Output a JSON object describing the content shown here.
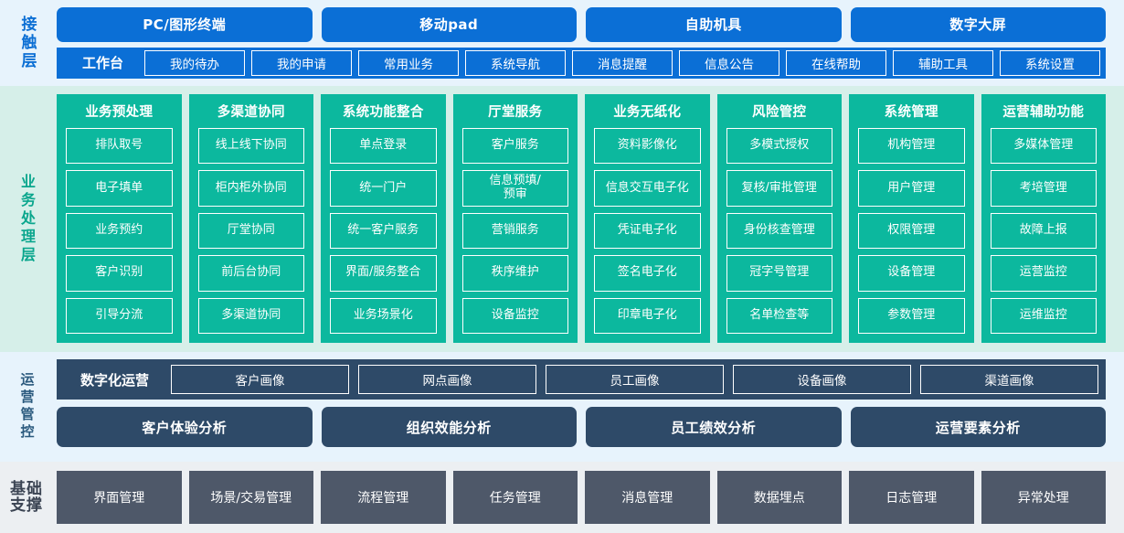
{
  "colors": {
    "blue": "#0b6fd6",
    "blue_band_bg": "#e7f3fc",
    "teal": "#0cb89e",
    "teal_band_bg": "#d6efe9",
    "slate": "#2e4a68",
    "gray": "#4e5869",
    "gray_band_bg": "#eceff2"
  },
  "layers": {
    "contact": {
      "label": "接触层",
      "channels": [
        {
          "label": "PC/图形终端"
        },
        {
          "label": "移动pad"
        },
        {
          "label": "自助机具"
        },
        {
          "label": "数字大屏"
        }
      ],
      "workbench_title": "工作台",
      "workbench_items": [
        {
          "label": "我的待办"
        },
        {
          "label": "我的申请"
        },
        {
          "label": "常用业务"
        },
        {
          "label": "系统导航"
        },
        {
          "label": "消息提醒"
        },
        {
          "label": "信息公告"
        },
        {
          "label": "在线帮助"
        },
        {
          "label": "辅助工具"
        },
        {
          "label": "系统设置"
        }
      ]
    },
    "business": {
      "label": "业务处理层",
      "columns": [
        {
          "title": "业务预处理",
          "items": [
            "排队取号",
            "电子填单",
            "业务预约",
            "客户识别",
            "引导分流"
          ]
        },
        {
          "title": "多渠道协同",
          "items": [
            "线上线下协同",
            "柜内柜外协同",
            "厅堂协同",
            "前后台协同",
            "多渠道协同"
          ]
        },
        {
          "title": "系统功能整合",
          "items": [
            "单点登录",
            "统一门户",
            "统一客户服务",
            "界面/服务整合",
            "业务场景化"
          ]
        },
        {
          "title": "厅堂服务",
          "items": [
            "客户服务",
            "信息预填/\n预审",
            "营销服务",
            "秩序维护",
            "设备监控"
          ]
        },
        {
          "title": "业务无纸化",
          "items": [
            "资料影像化",
            "信息交互电子化",
            "凭证电子化",
            "签名电子化",
            "印章电子化"
          ]
        },
        {
          "title": "风险管控",
          "items": [
            "多模式授权",
            "复核/审批管理",
            "身份核查管理",
            "冠字号管理",
            "名单检查等"
          ]
        },
        {
          "title": "系统管理",
          "items": [
            "机构管理",
            "用户管理",
            "权限管理",
            "设备管理",
            "参数管理"
          ]
        },
        {
          "title": "运营辅助功能",
          "items": [
            "多媒体管理",
            "考培管理",
            "故障上报",
            "运营监控",
            "运维监控"
          ]
        }
      ]
    },
    "operations": {
      "label": "运营管控",
      "digital_ops_title": "数字化运营",
      "portraits": [
        {
          "label": "客户画像"
        },
        {
          "label": "网点画像"
        },
        {
          "label": "员工画像"
        },
        {
          "label": "设备画像"
        },
        {
          "label": "渠道画像"
        }
      ],
      "analyses": [
        {
          "label": "客户体验分析"
        },
        {
          "label": "组织效能分析"
        },
        {
          "label": "员工绩效分析"
        },
        {
          "label": "运营要素分析"
        }
      ]
    },
    "foundation": {
      "label_line1": "基础",
      "label_line2": "支撑",
      "items": [
        {
          "label": "界面管理"
        },
        {
          "label": "场景/交易管理"
        },
        {
          "label": "流程管理"
        },
        {
          "label": "任务管理"
        },
        {
          "label": "消息管理"
        },
        {
          "label": "数据埋点"
        },
        {
          "label": "日志管理"
        },
        {
          "label": "异常处理"
        }
      ]
    }
  }
}
